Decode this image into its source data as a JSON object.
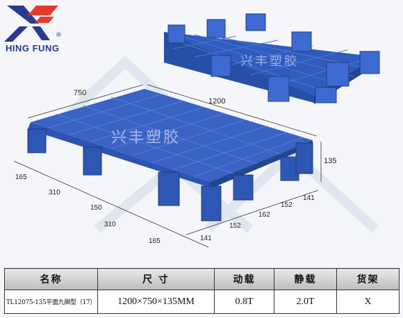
{
  "brand": {
    "name": "HING FUNG",
    "registered_mark": "®",
    "colors": {
      "primary": "#2b3a8c",
      "accent": "#e53a2f"
    }
  },
  "product": {
    "watermark_front": "兴丰塑胶",
    "watermark_back": "兴丰塑胶",
    "color": "#3a63c4"
  },
  "dimensions": {
    "width": "750",
    "length": "1200",
    "height": "135",
    "left_side": [
      "165",
      "310",
      "150",
      "310",
      "165"
    ],
    "front_side": [
      "141",
      "152",
      "162",
      "152",
      "141"
    ]
  },
  "spec_table": {
    "headers": [
      "名称",
      "尺 寸",
      "动载",
      "静载",
      "货架"
    ],
    "row": [
      "TL12075-135平面九脚型（17）",
      "1200×750×135MM",
      "0.8T",
      "2.0T",
      "X"
    ]
  }
}
